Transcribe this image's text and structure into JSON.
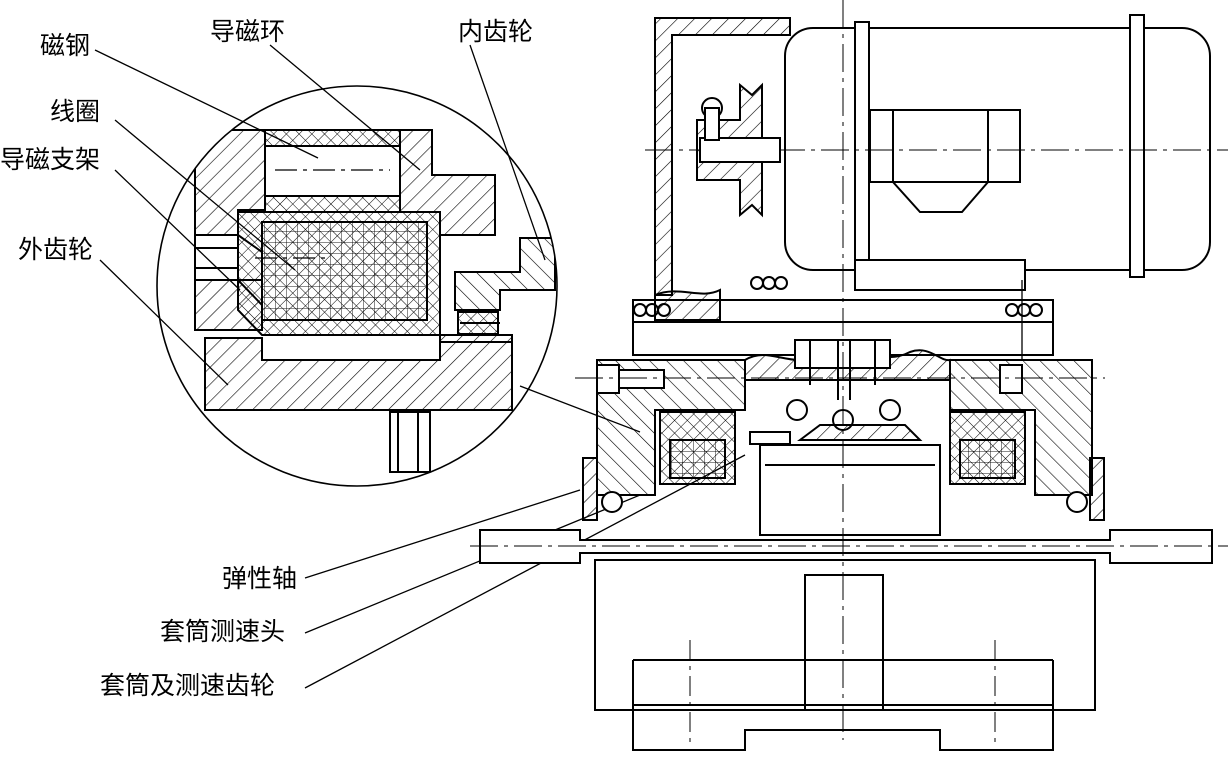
{
  "labels": {
    "magnet": "磁钢",
    "flux_ring": "导磁环",
    "inner_gear": "内齿轮",
    "coil": "线圈",
    "flux_bracket": "导磁支架",
    "outer_gear": "外齿轮",
    "elastic_shaft": "弹性轴",
    "sleeve_speed_head": "套筒测速头",
    "sleeve_speed_gear": "套筒及测速齿轮"
  },
  "colors": {
    "line": "#000000",
    "background": "#ffffff"
  }
}
